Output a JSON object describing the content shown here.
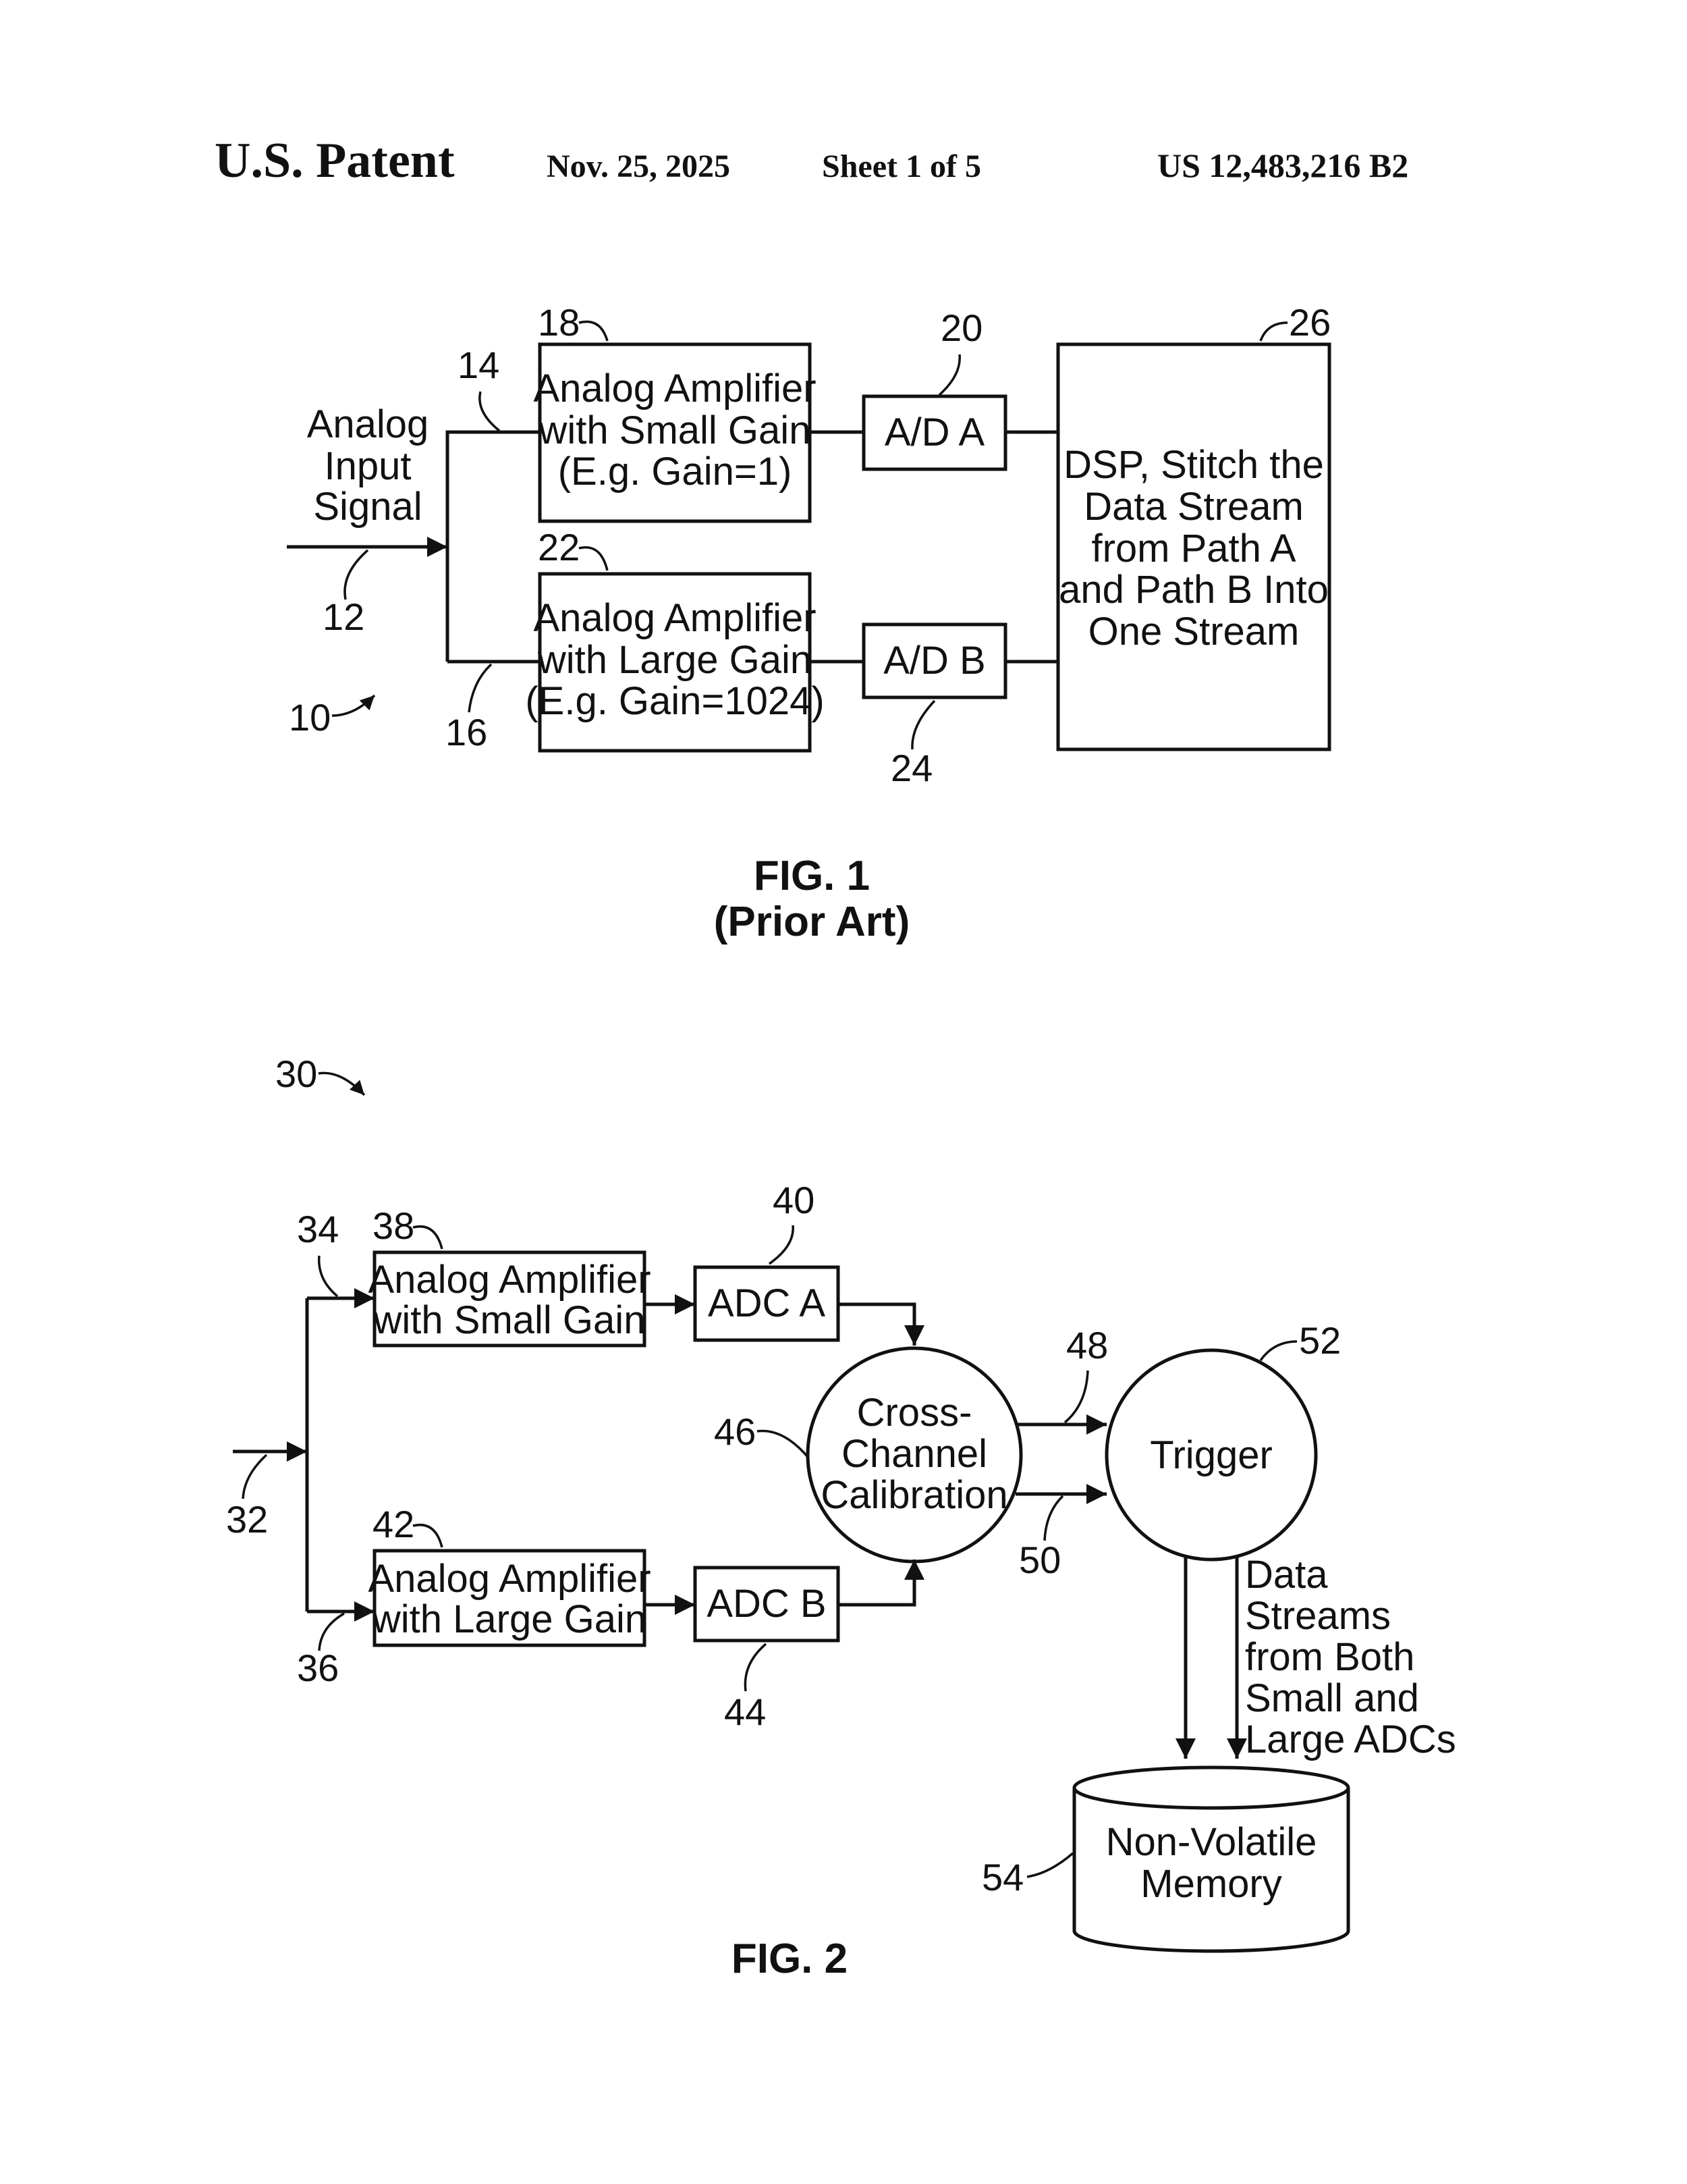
{
  "header": {
    "left": "U.S. Patent",
    "date": "Nov. 25, 2025",
    "sheet": "Sheet 1 of 5",
    "number": "US 12,483,216 B2"
  },
  "fig1": {
    "caption": "FIG. 1",
    "subcaption": "(Prior Art)",
    "input_label": [
      "Analog",
      "Input",
      "Signal"
    ],
    "amp_small": [
      "Analog Amplifier",
      "with Small Gain",
      "(E.g. Gain=1)"
    ],
    "amp_large": [
      "Analog Amplifier",
      "with Large Gain",
      "(E.g. Gain=1024)"
    ],
    "adc_a": "A/D A",
    "adc_b": "A/D B",
    "dsp": [
      "DSP, Stitch the",
      "Data Stream",
      "from Path A",
      "and Path B Into",
      "One Stream"
    ],
    "refs": {
      "r10": "10",
      "r12": "12",
      "r14": "14",
      "r16": "16",
      "r18": "18",
      "r20": "20",
      "r22": "22",
      "r24": "24",
      "r26": "26"
    }
  },
  "fig2": {
    "caption": "FIG. 2",
    "amp_small": [
      "Analog Amplifier",
      "with Small Gain"
    ],
    "amp_large": [
      "Analog Amplifier",
      "with Large Gain"
    ],
    "adc_a": "ADC A",
    "adc_b": "ADC B",
    "calibration": [
      "Cross-",
      "Channel",
      "Calibration"
    ],
    "trigger": "Trigger",
    "streams_note": [
      "Data",
      "Streams",
      "from Both",
      "Small and",
      "Large ADCs"
    ],
    "memory": [
      "Non-Volatile",
      "Memory"
    ],
    "refs": {
      "r30": "30",
      "r32": "32",
      "r34": "34",
      "r36": "36",
      "r38": "38",
      "r40": "40",
      "r42": "42",
      "r44": "44",
      "r46": "46",
      "r48": "48",
      "r50": "50",
      "r52": "52",
      "r54": "54"
    }
  }
}
